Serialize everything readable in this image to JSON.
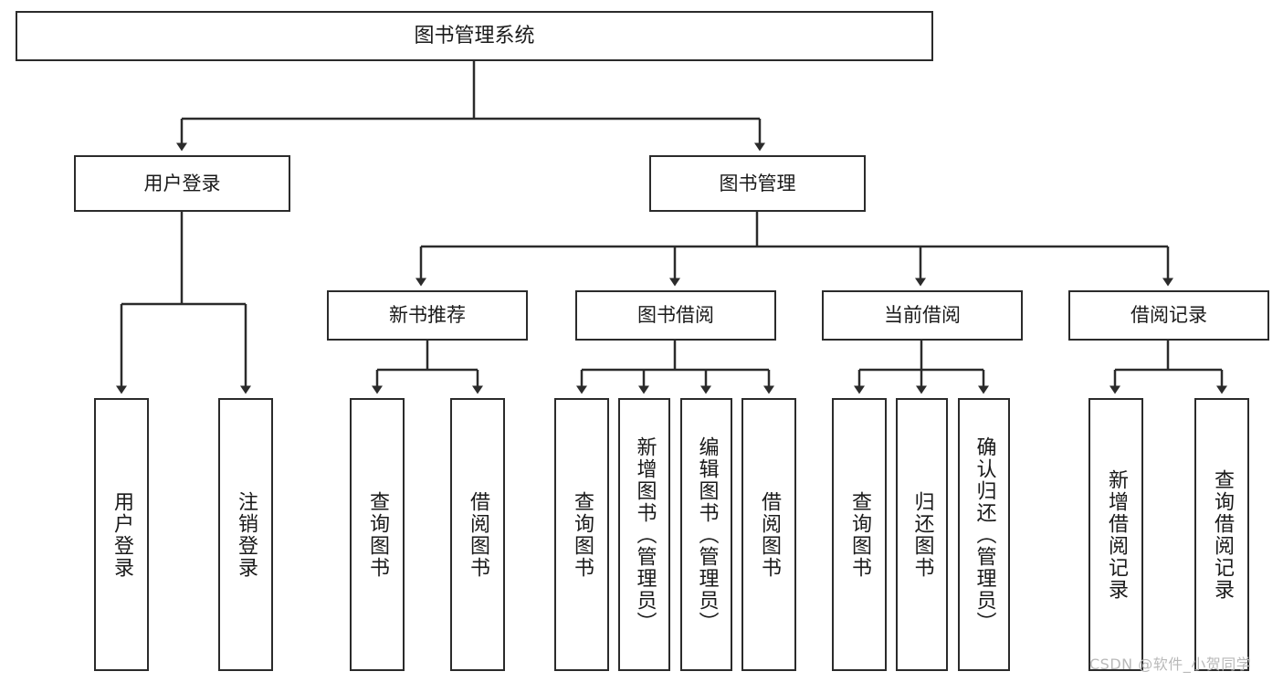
{
  "diagram": {
    "type": "hierarchy-tree",
    "title": "图书管理系统",
    "watermark": "CSDN @软件_小贺同学",
    "colors": {
      "stroke": "#2b2b2b",
      "fill": "#ffffff",
      "text": "#1a1a1a",
      "watermark": "#b9b9b9"
    },
    "nodes": {
      "root": {
        "label": "图书管理系统"
      },
      "level2": [
        {
          "label": "用户登录"
        },
        {
          "label": "图书管理"
        }
      ],
      "level3": [
        {
          "label": "新书推荐"
        },
        {
          "label": "图书借阅"
        },
        {
          "label": "当前借阅"
        },
        {
          "label": "借阅记录"
        }
      ],
      "leaves": {
        "user_login": [
          {
            "label": "用户登录"
          },
          {
            "label": "注销登录"
          }
        ],
        "new_book_rec": [
          {
            "label": "查询图书"
          },
          {
            "label": "借阅图书"
          }
        ],
        "book_borrow": [
          {
            "label": "查询图书"
          },
          {
            "label": "新增图书（管理员）"
          },
          {
            "label": "编辑图书（管理员）"
          },
          {
            "label": "借阅图书"
          }
        ],
        "current_borrow": [
          {
            "label": "查询图书"
          },
          {
            "label": "归还图书"
          },
          {
            "label": "确认归还（管理员）"
          }
        ],
        "borrow_record": [
          {
            "label": "新增借阅记录"
          },
          {
            "label": "查询借阅记录"
          }
        ]
      }
    }
  }
}
